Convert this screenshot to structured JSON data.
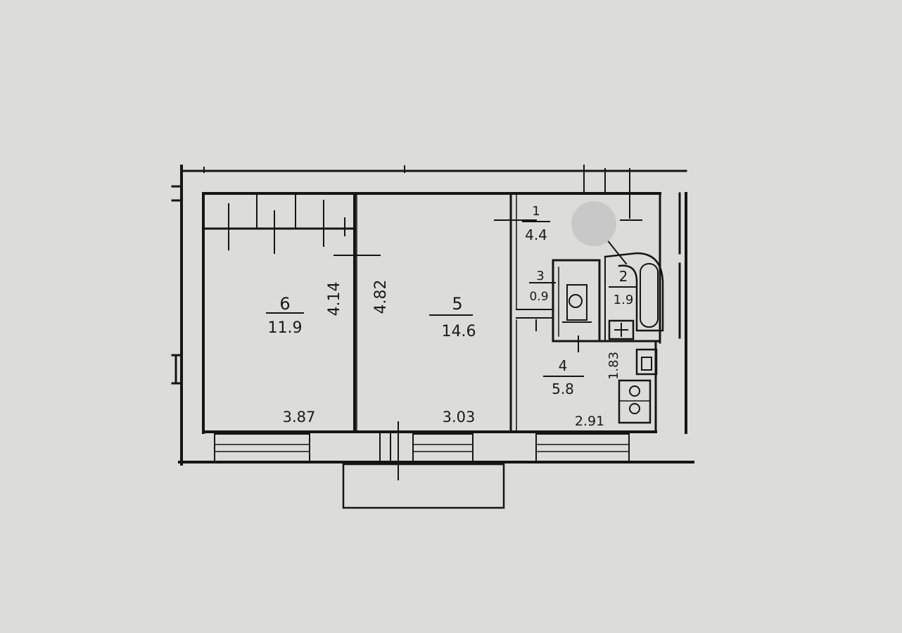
{
  "plan": {
    "colors": {
      "paper": "#dcdcd8",
      "ink": "#151515",
      "marker": "#c8c8c8"
    },
    "rooms": [
      {
        "number": "1",
        "area": "4.4"
      },
      {
        "number": "2",
        "area": "1.9"
      },
      {
        "number": "3",
        "area": "0.9"
      },
      {
        "number": "4",
        "area": "5.8"
      },
      {
        "number": "5",
        "area": "14.6"
      },
      {
        "number": "6",
        "area": "11.9"
      }
    ],
    "dimensions": {
      "room6_width": "3.87",
      "room5_width": "3.03",
      "room4_width": "2.91",
      "room6_depth": "4.14",
      "room5_depth": "4.82",
      "room4_depth": "1.83"
    }
  }
}
